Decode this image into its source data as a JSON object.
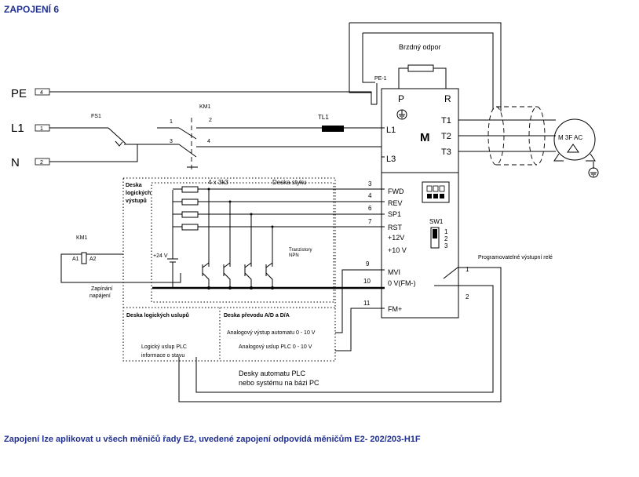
{
  "header": {
    "title": "ZAPOJENÍ 6"
  },
  "footer": {
    "note": "Zapojení lze aplikovat u všech měničů řady E2, uvedené zapojení odpovídá měničům E2- 202/203-H1F"
  },
  "supply": {
    "pe": "PE",
    "l1": "L1",
    "n": "N",
    "pe_term": "4",
    "l1_term": "1",
    "n_term": "2",
    "fuse": "FS1",
    "contactor": "KM1",
    "choke": "TL1",
    "km_nums": [
      "1",
      "2",
      "3",
      "4"
    ]
  },
  "brake": {
    "title": "Brzdný odpor",
    "pe_label": "PE-1"
  },
  "inverter": {
    "p": "P",
    "r": "R",
    "l1": "L1",
    "l3": "L3",
    "m": "M",
    "t1": "T1",
    "t2": "T2",
    "t3": "T3",
    "inputs": [
      "FWD",
      "REV",
      "SP1",
      "RST",
      "+12V",
      "+10 V",
      "MVI",
      "0 V(FM-)",
      "FM+"
    ],
    "sw_label": "SW1",
    "sw_nums": [
      "1",
      "2",
      "3"
    ]
  },
  "motor": {
    "label": "M 3F AC"
  },
  "terminals": [
    "3",
    "4",
    "6",
    "7",
    "9",
    "10",
    "11"
  ],
  "relay": {
    "label": "Programovatelné výstupní relé",
    "t1": "1",
    "t2": "2"
  },
  "logic": {
    "title_l1": "Deska",
    "title_l2": "logických",
    "title_l3": "výstupů",
    "resistors": "4 x 3k3",
    "contacts_board": "Deska styku",
    "v24": "+24 V",
    "transistors_l1": "Tranzistory",
    "transistors_l2": "NPN"
  },
  "km_coil": {
    "label": "KM1",
    "a1": "A1",
    "a2": "A2",
    "power_l1": "Zapínání",
    "power_l2": "napájení"
  },
  "lower": {
    "logic_out": "Deska logických uslupů",
    "converter": "Deska převodu A/D a D/A",
    "analog_auto": "Analogový výstup automatu 0 - 10 V",
    "analog_plc": "Analogový uslup PLC 0 - 10 V",
    "plc_out_l1": "Logický uslup PLC",
    "plc_out_l2": "informace o stavu"
  },
  "plc": {
    "line1": "Desky automatu PLC",
    "line2": "nebo systému na bázi PC"
  }
}
